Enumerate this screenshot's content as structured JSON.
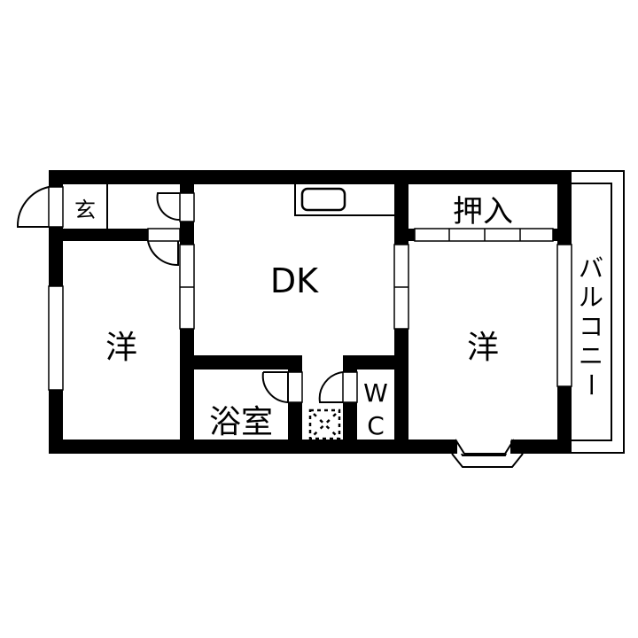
{
  "plan": {
    "type": "floor-plan",
    "colors": {
      "wall": "#000000",
      "background": "#ffffff",
      "line": "#000000"
    },
    "rooms": {
      "entrance": {
        "label": "玄"
      },
      "dk": {
        "label": "DK"
      },
      "western_left": {
        "label": "洋"
      },
      "western_right": {
        "label": "洋"
      },
      "closet": {
        "label": "押入"
      },
      "bath": {
        "label": "浴室"
      },
      "toilet": {
        "label_line1": "W",
        "label_line2": "C"
      },
      "balcony": {
        "label_chars": [
          "バ",
          "ル",
          "コ",
          "ニ",
          "ー"
        ]
      }
    }
  }
}
